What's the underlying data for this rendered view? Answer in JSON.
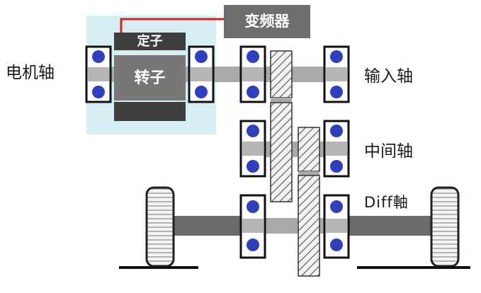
{
  "labels": {
    "inverter": "变频器",
    "stator": "定子",
    "rotor": "转子",
    "motor_shaft": "电机轴",
    "input_shaft": "输入轴",
    "intermediate_shaft": "中间轴",
    "diff_shaft": "Diff軸"
  },
  "colors": {
    "motor_housing": "#d4eef4",
    "dark_block": "#3e3e3e",
    "shaft": "#a9a9a9",
    "bearing_ball": "#2f3fbf",
    "wire": "#d62020",
    "gear_hatch": "#555555"
  }
}
